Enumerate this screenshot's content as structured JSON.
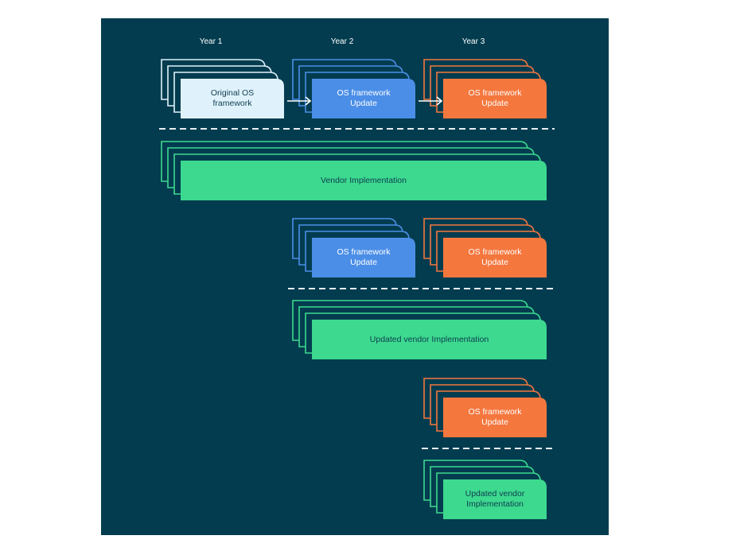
{
  "headers": [
    "Year 1",
    "Year 2",
    "Year 3"
  ],
  "colors": {
    "background": "#033c4f",
    "original": "#dff2fb",
    "blue": "#4b8ee7",
    "orange": "#f4773e",
    "green": "#3cd98f",
    "dashed": "#e6eef2"
  },
  "stacks": [
    {
      "id": "original-os-framework",
      "label": "Original OS\nframework",
      "color": "original",
      "text_color": "#103d50"
    },
    {
      "id": "os-update-y2-r1",
      "label": "OS framework\nUpdate",
      "color": "blue",
      "text_color": "#ffffff"
    },
    {
      "id": "os-update-y3-r1",
      "label": "OS framework\nUpdate",
      "color": "orange",
      "text_color": "#ffffff"
    },
    {
      "id": "vendor-implementation",
      "label": "Vendor Implementation",
      "color": "green",
      "text_color": "#103d50"
    },
    {
      "id": "os-update-y2-r2",
      "label": "OS framework\nUpdate",
      "color": "blue",
      "text_color": "#ffffff"
    },
    {
      "id": "os-update-y3-r2",
      "label": "OS framework\nUpdate",
      "color": "orange",
      "text_color": "#ffffff"
    },
    {
      "id": "updated-vendor-implementation",
      "label": "Updated vendor Implementation",
      "color": "green",
      "text_color": "#103d50"
    },
    {
      "id": "os-update-y3-r3",
      "label": "OS framework\nUpdate",
      "color": "orange",
      "text_color": "#ffffff"
    },
    {
      "id": "updated-vendor-implementation-y3",
      "label": "Updated vendor\nImplementation",
      "color": "green",
      "text_color": "#103d50"
    }
  ],
  "arrows": [
    {
      "from": "original-os-framework",
      "to": "os-update-y2-r1"
    },
    {
      "from": "os-update-y2-r1",
      "to": "os-update-y3-r1"
    }
  ]
}
